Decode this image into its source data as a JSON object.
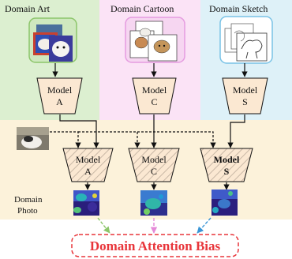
{
  "domains": [
    {
      "label": "Domain Art",
      "model_word": "Model",
      "model_letter": "A",
      "color": "#dcefd0",
      "frame": "#8cc56a"
    },
    {
      "label": "Domain Cartoon",
      "model_word": "Model",
      "model_letter": "C",
      "color": "#fbe3f6",
      "frame": "#e59be0"
    },
    {
      "label": "Domain Sketch",
      "model_word": "Model",
      "model_letter": "S",
      "color": "#def1f8",
      "frame": "#79c2e6"
    }
  ],
  "photo_label": [
    "Domain",
    "Photo"
  ],
  "bottom_models": [
    {
      "model_word": "Model",
      "model_letter": "A"
    },
    {
      "model_word": "Model",
      "model_letter": "C"
    },
    {
      "model_word": "Model",
      "model_letter": "S"
    }
  ],
  "bias_text": "Domain Attention Bias",
  "colors": {
    "photo_band": "#fcf2da",
    "model_fill": "#fbe8d2",
    "bias": "#e8353a",
    "arrow_art": "#8cc56a",
    "arrow_cartoon": "#e58ad8",
    "arrow_sketch": "#3a95d6"
  }
}
